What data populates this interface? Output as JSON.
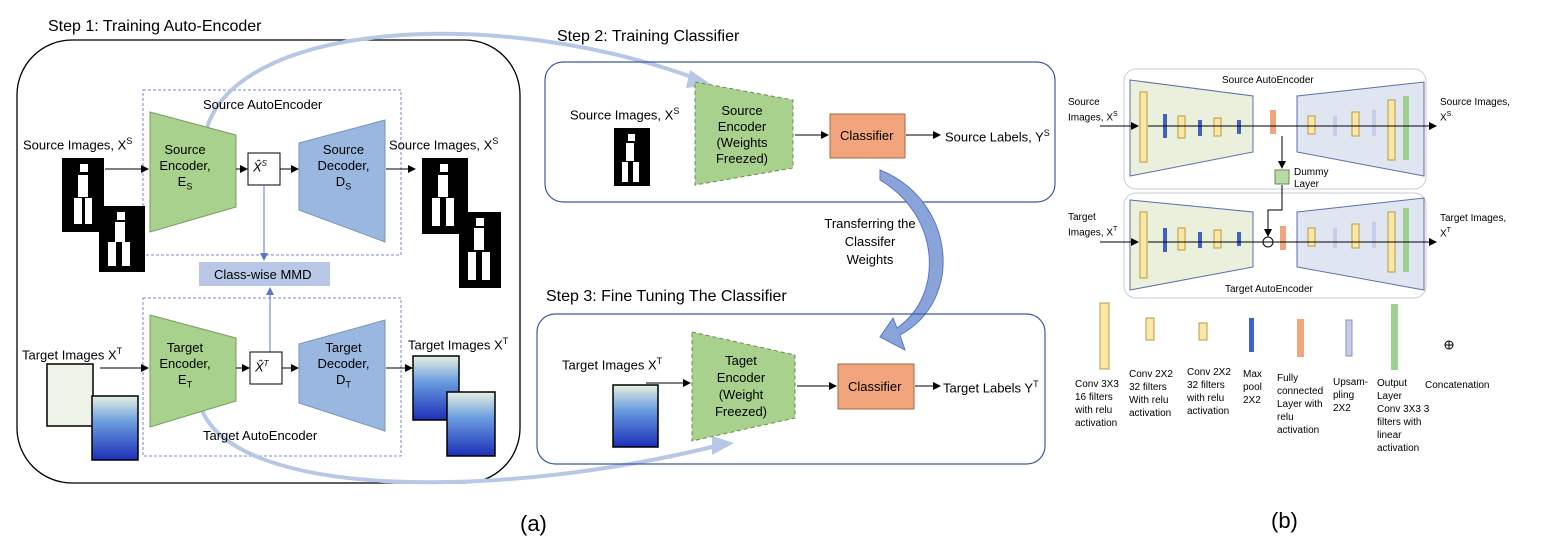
{
  "panel_a": {
    "step1_title": "Step 1: Training Auto-Encoder",
    "step2_title": "Step 2: Training Classifier",
    "step3_title": "Step 3: Fine Tuning The Classifier",
    "caption": "(a)",
    "source_autoencoder": "Source AutoEncoder",
    "target_autoencoder": "Target AutoEncoder",
    "source_images_in": "Source Images, X",
    "source_images_out": "Source Images, X",
    "source_sup": "S",
    "target_images_in": "Target Images X",
    "target_images_out": "Target Images X",
    "target_sup": "T",
    "source_encoder": [
      "Source",
      "Encoder,",
      "E"
    ],
    "source_encoder_sub": "S",
    "source_decoder": [
      "Source",
      "Decoder,",
      "D"
    ],
    "source_decoder_sub": "S",
    "target_encoder": [
      "Target",
      "Encoder,",
      "E"
    ],
    "target_encoder_sub": "T",
    "target_decoder": [
      "Target",
      "Decoder,",
      "D"
    ],
    "target_decoder_sub": "T",
    "latent_source": "X̂",
    "latent_target": "X̂",
    "mmd": "Class-wise MMD",
    "s2_source_images": "Source Images, X",
    "s2_encoder": [
      "Source",
      "Encoder",
      "(Weights",
      "Freezed)"
    ],
    "s2_classifier": "Classifier",
    "s2_labels": "Source Labels, Y",
    "transfer": [
      "Transferring the",
      "Classifer",
      "Weights"
    ],
    "s3_target_images": "Target Images X",
    "s3_encoder": [
      "Taget",
      "Encoder",
      "(Weight",
      "Freezed)"
    ],
    "s3_classifier": "Classifier",
    "s3_labels": "Target Labels Y"
  },
  "panel_b": {
    "caption": "(b)",
    "source_autoencoder": "Source AutoEncoder",
    "target_autoencoder": "Target AutoEncoder",
    "source_in": [
      "Source",
      "Images, X"
    ],
    "source_out": [
      "Source Images,",
      "X"
    ],
    "source_out_sup": "S.",
    "target_in": [
      "Target",
      "Images, X"
    ],
    "target_out": [
      "Target Images,",
      "X"
    ],
    "dummy": [
      "Dummy",
      "Layer"
    ],
    "legend": [
      {
        "lines": [
          "Conv 3X3",
          "16 filters",
          "with relu",
          "activation"
        ],
        "color": "#fbe8a6"
      },
      {
        "lines": [
          "Conv 2X2",
          "32 filters",
          "With relu",
          "activation"
        ],
        "color": "#fbe8a6"
      },
      {
        "lines": [
          "Conv 2X2",
          "32 filters",
          "with relu",
          "activation"
        ],
        "color": "#fbe8a6"
      },
      {
        "lines": [
          "Max",
          "pool",
          "2X2"
        ],
        "color": "#3f62c8"
      },
      {
        "lines": [
          "Fully",
          "connected",
          "Layer with",
          "relu",
          "activation"
        ],
        "color": "#f2a47c"
      },
      {
        "lines": [
          "Upsam-",
          "pling",
          "2X2"
        ],
        "color": "#c8cce8"
      },
      {
        "lines": [
          "Output",
          "Layer",
          "Conv 3X3 3",
          "filters with",
          "linear",
          "activation"
        ],
        "color": "#9fd08f"
      },
      {
        "lines": [
          "Concatenation"
        ],
        "color": ""
      }
    ]
  }
}
